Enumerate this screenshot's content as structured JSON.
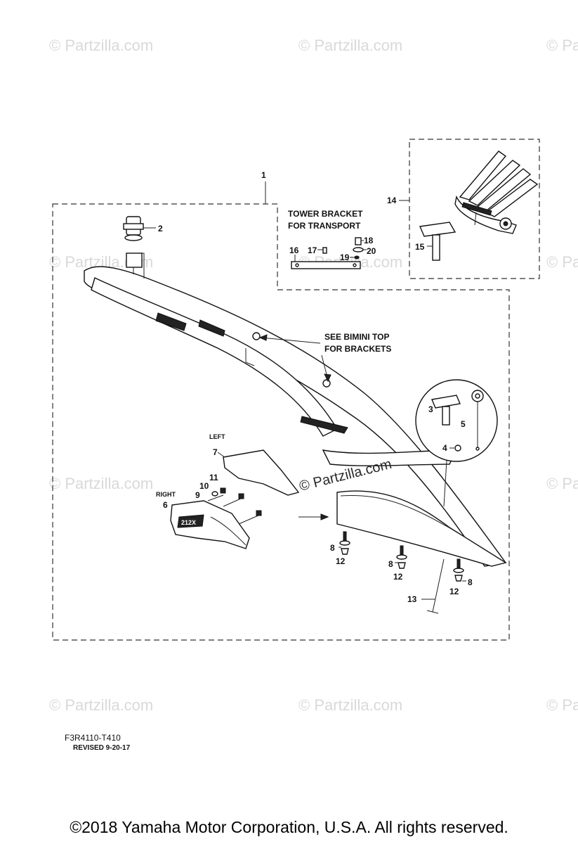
{
  "watermarks": {
    "text": "© Partzilla.com",
    "center_text": "© Partzilla.com"
  },
  "callouts": {
    "c1": "1",
    "c2": "2",
    "c3": "3",
    "c4": "4",
    "c5": "5",
    "c6": "6",
    "c7": "7",
    "c8a": "8",
    "c8b": "8",
    "c8c": "8",
    "c9": "9",
    "c10": "10",
    "c11": "11",
    "c12a": "12",
    "c12b": "12",
    "c12c": "12",
    "c13": "13",
    "c14": "14",
    "c15": "15",
    "c16": "16",
    "c17": "17",
    "c18": "18",
    "c19": "19",
    "c20": "20"
  },
  "notes": {
    "tower_bracket_line1": "TOWER BRACKET",
    "tower_bracket_line2": "FOR TRANSPORT",
    "bimini_line1": "SEE BIMINI TOP",
    "bimini_line2": "FOR BRACKETS",
    "left_label": "LEFT",
    "right_label": "RIGHT",
    "decal_text": "212X"
  },
  "footer": {
    "diagram_code": "F3R4110-T410",
    "revised": "REVISED 9-20-17",
    "copyright": "©2018  Yamaha Motor Corporation, U.S.A. All rights reserved."
  }
}
